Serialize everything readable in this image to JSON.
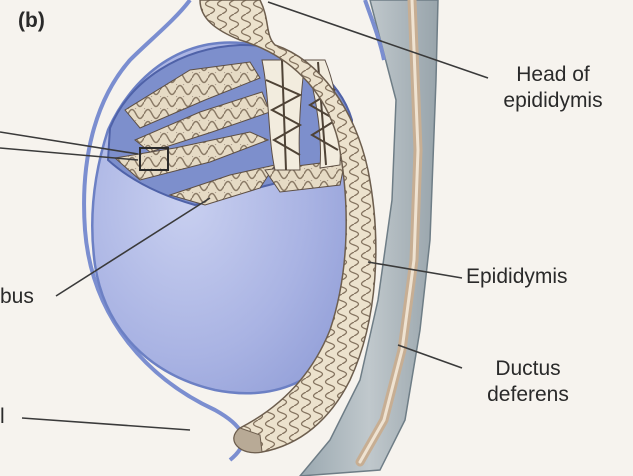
{
  "panel_label": "(b)",
  "labels": {
    "head_of_epididymis": [
      "Head of",
      "epididymis"
    ],
    "epididymis": "Epididymis",
    "ductus_deferens": [
      "Ductus",
      "deferens"
    ],
    "partial_left_mid": "bus",
    "partial_left_bottom": "l"
  },
  "colors": {
    "background": "#f6f3ee",
    "testis": "#aab4e4",
    "tunica": "#7f93cf",
    "tubule_fill": "#e9dfc9",
    "tubule_line": "#8c7c6a",
    "epididymis_fill": "#e4d8c2",
    "ductus": "#cdb9a2",
    "leader": "#3a3a3a"
  }
}
